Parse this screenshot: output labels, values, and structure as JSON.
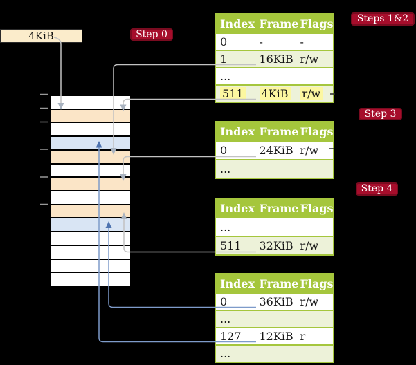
{
  "frame_size_box": {
    "label": "4KiB"
  },
  "badges": [
    {
      "label": "Step 0"
    },
    {
      "label": "Steps 1&2"
    },
    {
      "label": "Step 3"
    },
    {
      "label": "Step 4"
    }
  ],
  "memory_column": {
    "rows": [
      "white",
      "peach",
      "white",
      "blue",
      "peach",
      "white",
      "peach",
      "white",
      "peach",
      "blue",
      "white",
      "white",
      "white",
      "white"
    ],
    "tick_count": 6
  },
  "page_tables": [
    {
      "columns": [
        "Index",
        "Frame",
        "Flags"
      ],
      "rows": [
        {
          "cells": [
            "0",
            "-",
            "-"
          ],
          "shade": false,
          "highlight": false
        },
        {
          "cells": [
            "1",
            "16KiB",
            "r/w"
          ],
          "shade": true,
          "highlight": false
        },
        {
          "cells": [
            "...",
            "",
            ""
          ],
          "shade": false,
          "highlight": false
        },
        {
          "cells": [
            "511",
            "4KiB",
            "r/w"
          ],
          "shade": true,
          "highlight": true
        }
      ]
    },
    {
      "columns": [
        "Index",
        "Frame",
        "Flags"
      ],
      "rows": [
        {
          "cells": [
            "0",
            "24KiB",
            "r/w"
          ],
          "shade": false,
          "highlight": false
        },
        {
          "cells": [
            "...",
            "",
            ""
          ],
          "shade": true,
          "highlight": false
        }
      ]
    },
    {
      "columns": [
        "Index",
        "Frame",
        "Flags"
      ],
      "rows": [
        {
          "cells": [
            "...",
            "",
            ""
          ],
          "shade": false,
          "highlight": false
        },
        {
          "cells": [
            "511",
            "32KiB",
            "r/w"
          ],
          "shade": true,
          "highlight": false
        }
      ]
    },
    {
      "columns": [
        "Index",
        "Frame",
        "Flags"
      ],
      "rows": [
        {
          "cells": [
            "0",
            "36KiB",
            "r/w"
          ],
          "shade": false,
          "highlight": false
        },
        {
          "cells": [
            "...",
            "",
            ""
          ],
          "shade": true,
          "highlight": false
        },
        {
          "cells": [
            "127",
            "12KiB",
            "r"
          ],
          "shade": false,
          "highlight": false
        },
        {
          "cells": [
            "...",
            "",
            ""
          ],
          "shade": true,
          "highlight": false
        }
      ]
    }
  ],
  "palette": {
    "background": "#000000",
    "table_header_green": "#a5c63c",
    "table_row_green": "#edf2d9",
    "highlight_yellow": "#fcf7a0",
    "memory_peach": "#fbe5c7",
    "memory_blue": "#d9e5f4",
    "badge_red": "#a60d2b",
    "box_cream": "#fbeccb",
    "arrow_gray": "#c2c2c2",
    "arrow_blue": "#7e9bca"
  }
}
